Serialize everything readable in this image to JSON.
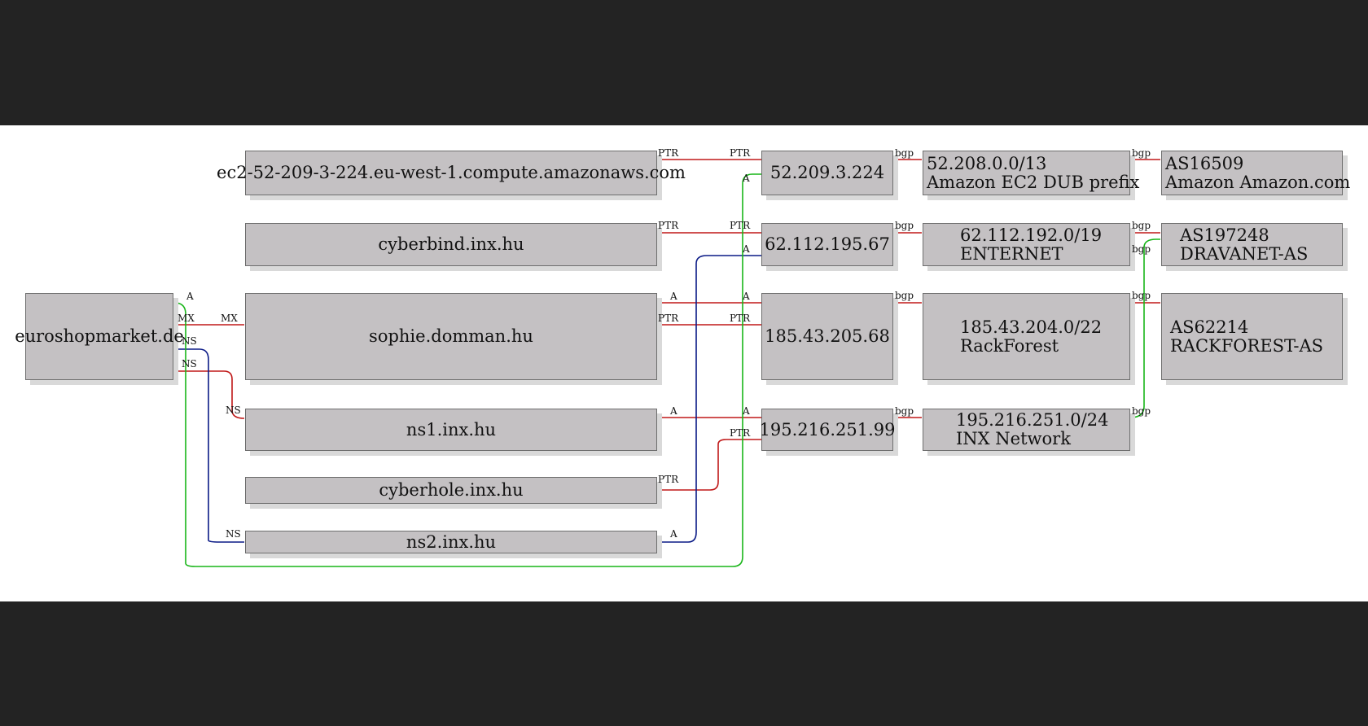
{
  "nodes": {
    "domain": "euroshopmarket.de",
    "ec2": "ec2-52-209-3-224.eu-west-1.compute.amazonaws.com",
    "cyberbind": "cyberbind.inx.hu",
    "sophie": "sophie.domman.hu",
    "ns1": "ns1.inx.hu",
    "cyberhole": "cyberhole.inx.hu",
    "ns2": "ns2.inx.hu",
    "ip1": "52.209.3.224",
    "ip2": "62.112.195.67",
    "ip3": "185.43.205.68",
    "ip4": "195.216.251.99",
    "prefix1": {
      "l1": "52.208.0.0/13",
      "l2": "Amazon EC2 DUB prefix"
    },
    "prefix2": {
      "l1": "62.112.192.0/19",
      "l2": "ENTERNET"
    },
    "prefix3": {
      "l1": "185.43.204.0/22",
      "l2": "RackForest"
    },
    "prefix4": {
      "l1": "195.216.251.0/24",
      "l2": "INX Network"
    },
    "as1": {
      "l1": "AS16509",
      "l2": "Amazon Amazon.com"
    },
    "as2": {
      "l1": "AS197248",
      "l2": "DRAVANET-AS"
    },
    "as3": {
      "l1": "AS62214",
      "l2": "RACKFOREST-AS"
    }
  },
  "edge_labels": {
    "a": "A",
    "mx": "MX",
    "ns": "NS",
    "ptr": "PTR",
    "bgp": "bgp"
  },
  "colors": {
    "red": "#c01818",
    "blue": "#0a1a86",
    "green": "#19b519",
    "node_fill": "#c4c1c3",
    "backdrop": "#232323"
  }
}
